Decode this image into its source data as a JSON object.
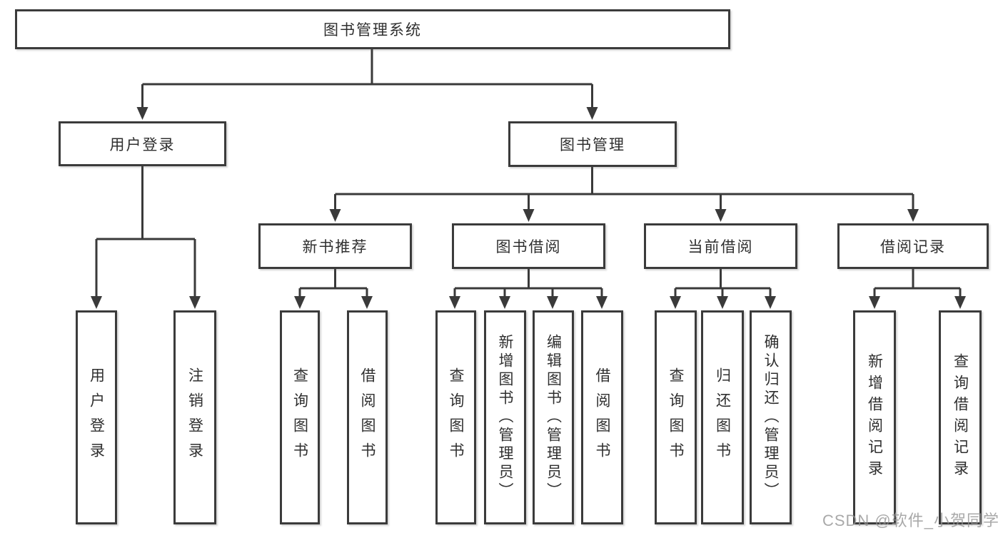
{
  "tree": {
    "root": {
      "label": "图书管理系统"
    },
    "branches": [
      {
        "label": "用户登录",
        "children": [
          {
            "label": "用户登录"
          },
          {
            "label": "注销登录"
          }
        ]
      },
      {
        "label": "图书管理",
        "children": [
          {
            "label": "新书推荐",
            "children": [
              {
                "label": "查询图书"
              },
              {
                "label": "借阅图书"
              }
            ]
          },
          {
            "label": "图书借阅",
            "children": [
              {
                "label": "查询图书"
              },
              {
                "label": "新增图书（管理员）"
              },
              {
                "label": "编辑图书（管理员）"
              },
              {
                "label": "借阅图书"
              }
            ]
          },
          {
            "label": "当前借阅",
            "children": [
              {
                "label": "查询图书"
              },
              {
                "label": "归还图书"
              },
              {
                "label": "确认归还（管理员）"
              }
            ]
          },
          {
            "label": "借阅记录",
            "children": [
              {
                "label": "新增借阅记录"
              },
              {
                "label": "查询借阅记录"
              }
            ]
          }
        ]
      }
    ]
  },
  "watermark": {
    "text": "CSDN @软件_小贺同学"
  },
  "colors": {
    "line": "#3a3a3a",
    "text": "#2f2f2f",
    "watermark": "#949494",
    "background": "#ffffff"
  }
}
